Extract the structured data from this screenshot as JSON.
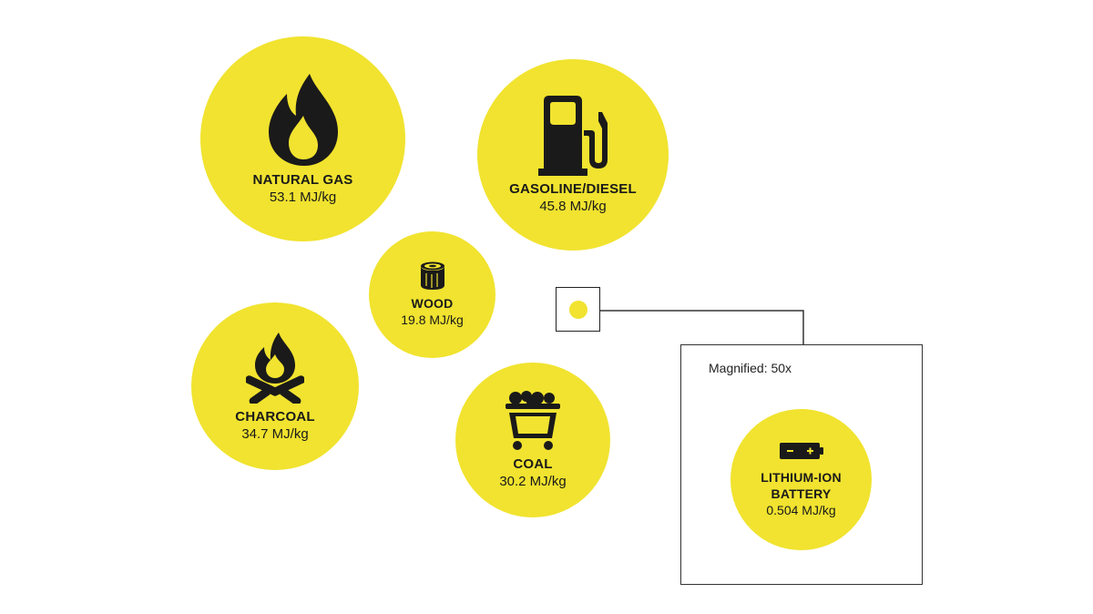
{
  "colors": {
    "accent": "#f1e32f",
    "ink": "#1a1a1a",
    "line": "#333333"
  },
  "fuels": {
    "natural_gas": {
      "name": "NATURAL GAS",
      "value": "53.1 MJ/kg",
      "icon": "flame-icon"
    },
    "gasoline_diesel": {
      "name": "GASOLINE/DIESEL",
      "value": "45.8 MJ/kg",
      "icon": "fuel-pump-icon"
    },
    "wood": {
      "name": "WOOD",
      "value": "19.8 MJ/kg",
      "icon": "log-icon"
    },
    "charcoal": {
      "name": "CHARCOAL",
      "value": "34.7 MJ/kg",
      "icon": "campfire-icon"
    },
    "coal": {
      "name": "COAL",
      "value": "30.2 MJ/kg",
      "icon": "coal-cart-icon"
    },
    "lithium_ion": {
      "name_line1": "LITHIUM-ION",
      "name_line2": "BATTERY",
      "value": "0.504 MJ/kg",
      "icon": "battery-icon"
    }
  },
  "magnifier": {
    "label": "Magnified: 50x"
  }
}
